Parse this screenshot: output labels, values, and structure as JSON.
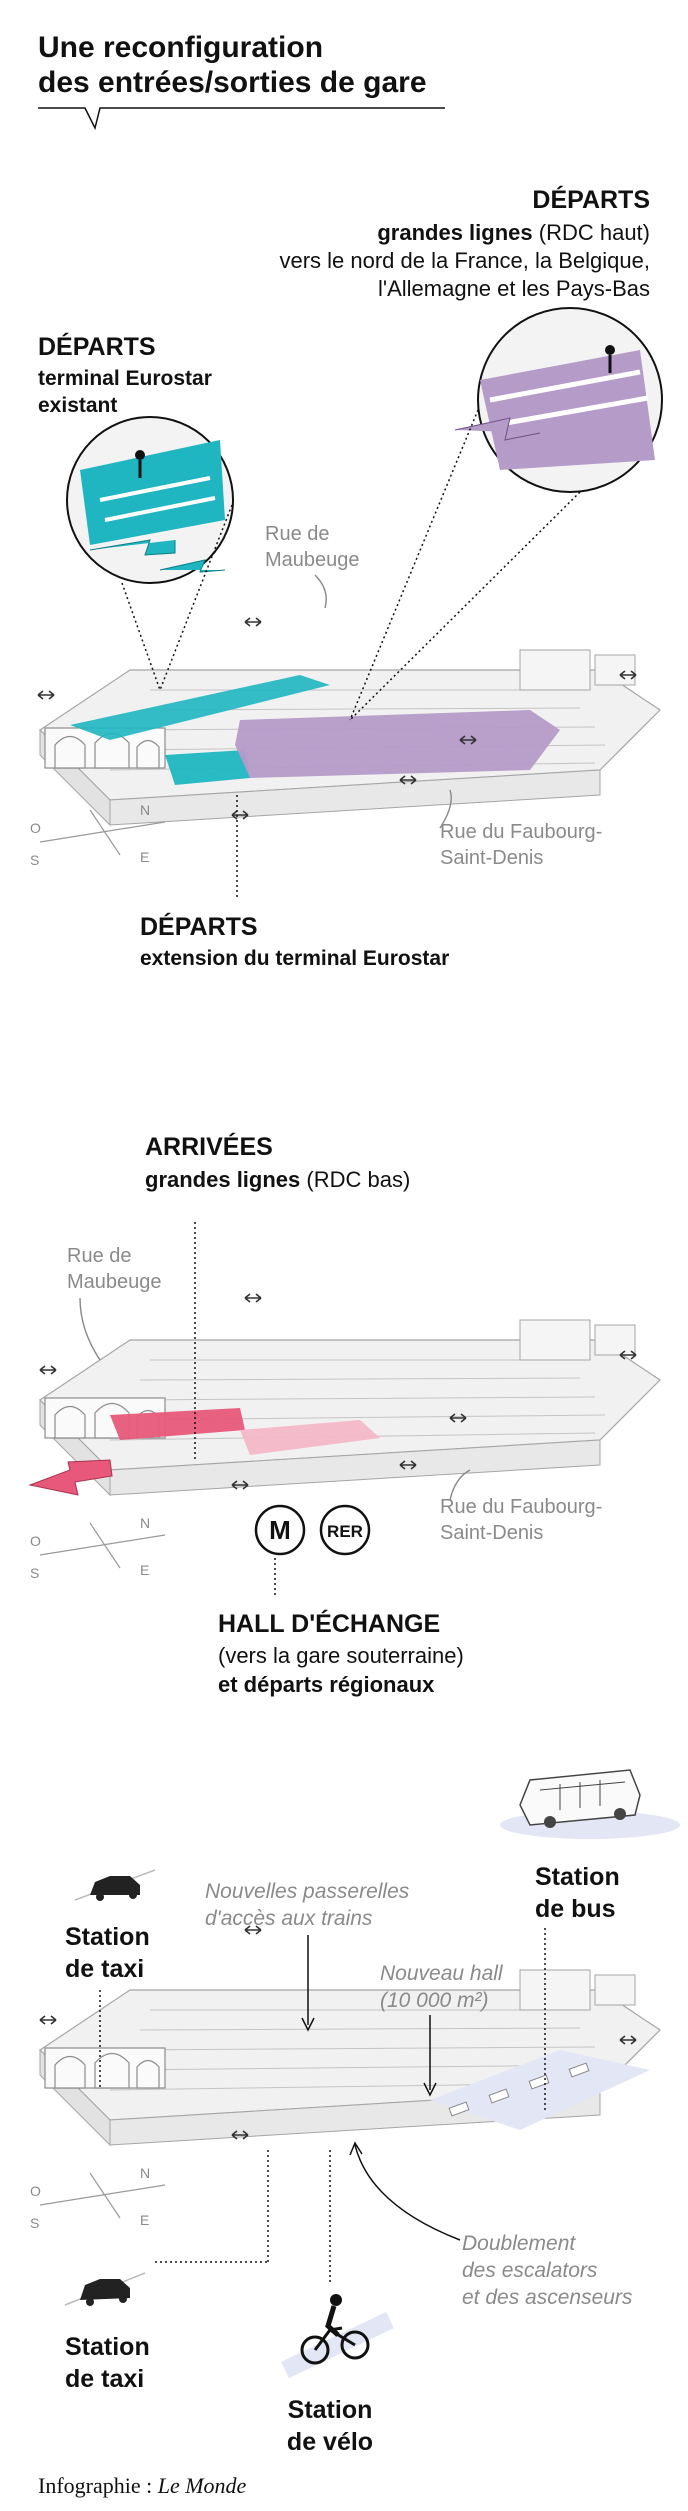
{
  "title": {
    "line1": "Une reconfiguration",
    "line2": "des entrées/sorties de gare"
  },
  "colors": {
    "eurostar": "#1fb6c1",
    "grandes_lignes_departs": "#b59bc8",
    "arrivees": "#e8587a",
    "hall": "#f3b8c8",
    "bus_zone": "#e3e6f5",
    "building": "#f0f0f0",
    "outline": "#9a9a9a"
  },
  "compass": {
    "n": "N",
    "e": "E",
    "s": "S",
    "o": "O"
  },
  "section1": {
    "departs_gl": {
      "heading": "DÉPARTS",
      "bold_line": "grandes lignes",
      "paren": "(RDC haut)",
      "line2": "vers le nord de la France, la Belgique,",
      "line3": "l'Allemagne et les Pays-Bas"
    },
    "departs_eurostar": {
      "heading": "DÉPARTS",
      "line1": "terminal Eurostar",
      "line2": "existant"
    },
    "rue_maubeuge": {
      "line1": "Rue de",
      "line2": "Maubeuge"
    },
    "rue_faubourg": {
      "line1": "Rue du Faubourg-",
      "line2": "Saint-Denis"
    },
    "extension": {
      "heading": "DÉPARTS",
      "line1": "extension du terminal Eurostar"
    }
  },
  "section2": {
    "arrivees": {
      "heading": "ARRIVÉES",
      "bold_line": "grandes lignes",
      "paren": "(RDC bas)"
    },
    "rue_maubeuge": {
      "line1": "Rue de",
      "line2": "Maubeuge"
    },
    "rue_faubourg": {
      "line1": "Rue du Faubourg-",
      "line2": "Saint-Denis"
    },
    "metro_label": "M",
    "rer_label": "RER",
    "hall": {
      "heading": "HALL D'ÉCHANGE",
      "line1": "(vers la gare souterraine)",
      "line2": "et départs régionaux"
    }
  },
  "section3": {
    "taxi_top": {
      "line1": "Station",
      "line2": "de taxi"
    },
    "passerelles": {
      "line1": "Nouvelles passerelles",
      "line2": "d'accès aux trains"
    },
    "bus": {
      "line1": "Station",
      "line2": "de bus"
    },
    "nouveau_hall": {
      "line1": "Nouveau hall",
      "line2": "(10 000 m²)"
    },
    "escalators": {
      "line1": "Doublement",
      "line2": "des escalators",
      "line3": "et des ascenseurs"
    },
    "taxi_bottom": {
      "line1": "Station",
      "line2": "de taxi"
    },
    "velo": {
      "line1": "Station",
      "line2": "de vélo"
    }
  },
  "credit": {
    "prefix": "Infographie :",
    "source": "Le Monde"
  }
}
